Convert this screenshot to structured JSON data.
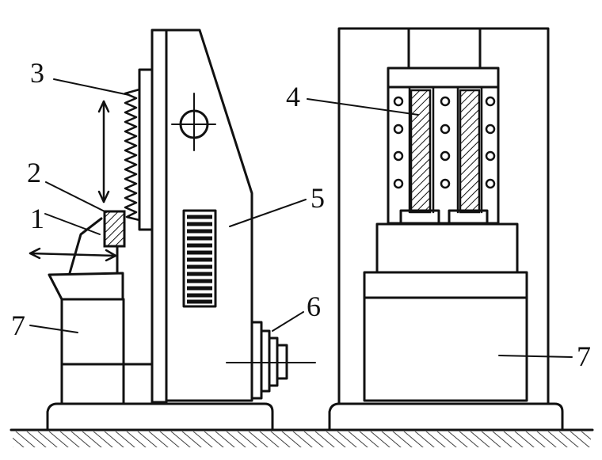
{
  "callouts": [
    "1",
    "2",
    "3",
    "4",
    "5",
    "6",
    "7",
    "7"
  ]
}
